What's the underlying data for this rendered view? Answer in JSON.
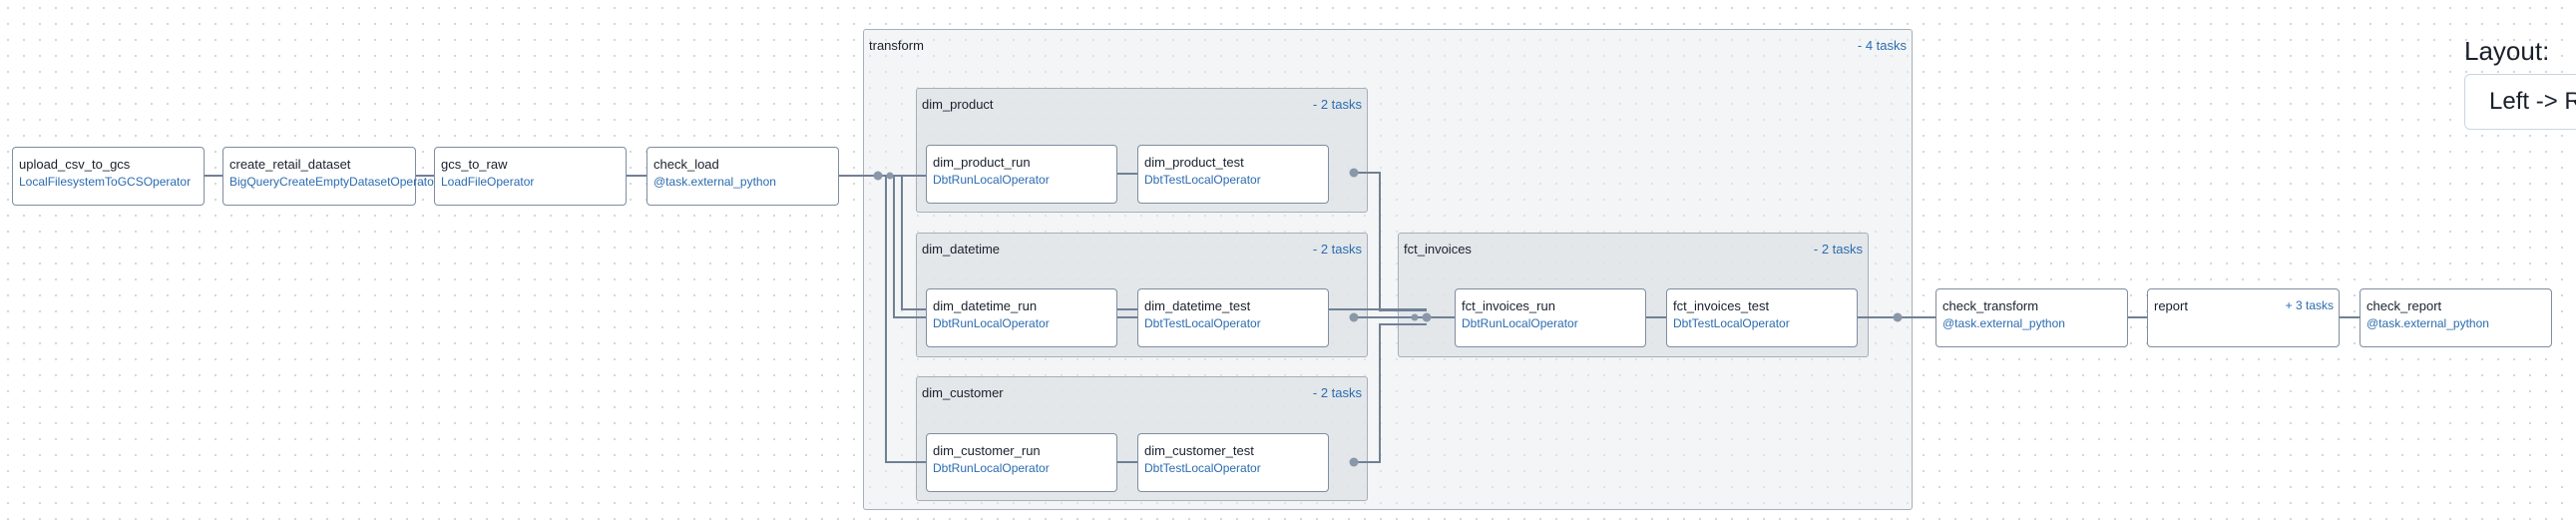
{
  "layout": {
    "title": "Layout:",
    "value": "Left -> R"
  },
  "groups": {
    "transform": {
      "label": "transform",
      "toggle": "- 4 tasks"
    },
    "dim_product": {
      "label": "dim_product",
      "toggle": "- 2 tasks"
    },
    "dim_datetime": {
      "label": "dim_datetime",
      "toggle": "- 2 tasks"
    },
    "dim_customer": {
      "label": "dim_customer",
      "toggle": "- 2 tasks"
    },
    "fct_invoices": {
      "label": "fct_invoices",
      "toggle": "- 2 tasks"
    }
  },
  "nodes": {
    "upload_csv_to_gcs": {
      "name": "upload_csv_to_gcs",
      "op": "LocalFilesystemToGCSOperator"
    },
    "create_retail_dataset": {
      "name": "create_retail_dataset",
      "op": "BigQueryCreateEmptyDatasetOperator"
    },
    "gcs_to_raw": {
      "name": "gcs_to_raw",
      "op": "LoadFileOperator"
    },
    "check_load": {
      "name": "check_load",
      "op": "@task.external_python"
    },
    "dim_product_run": {
      "name": "dim_product_run",
      "op": "DbtRunLocalOperator"
    },
    "dim_product_test": {
      "name": "dim_product_test",
      "op": "DbtTestLocalOperator"
    },
    "dim_datetime_run": {
      "name": "dim_datetime_run",
      "op": "DbtRunLocalOperator"
    },
    "dim_datetime_test": {
      "name": "dim_datetime_test",
      "op": "DbtTestLocalOperator"
    },
    "dim_customer_run": {
      "name": "dim_customer_run",
      "op": "DbtRunLocalOperator"
    },
    "dim_customer_test": {
      "name": "dim_customer_test",
      "op": "DbtTestLocalOperator"
    },
    "fct_invoices_run": {
      "name": "fct_invoices_run",
      "op": "DbtRunLocalOperator"
    },
    "fct_invoices_test": {
      "name": "fct_invoices_test",
      "op": "DbtTestLocalOperator"
    },
    "check_transform": {
      "name": "check_transform",
      "op": "@task.external_python"
    },
    "report": {
      "name": "report",
      "extra": "+ 3 tasks"
    },
    "check_report": {
      "name": "check_report",
      "op": "@task.external_python"
    }
  },
  "colors": {
    "edge": "#718096",
    "operator_text": "#2b6cb0",
    "node_border": "#7f8da0"
  }
}
